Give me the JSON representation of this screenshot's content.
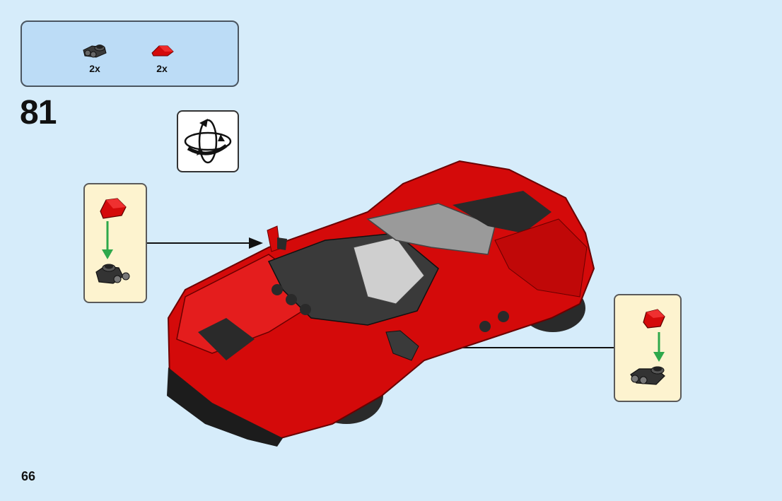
{
  "page": {
    "step_number": "81",
    "page_number": "66"
  },
  "parts_list": [
    {
      "name": "black-clip-plate",
      "quantity": "2x",
      "color": "#2a2a2a"
    },
    {
      "name": "red-curved-slope",
      "quantity": "2x",
      "color": "#d40a0a"
    }
  ],
  "rotate_icon": "rotate-model-icon",
  "colors": {
    "background": "#d6ecfa",
    "parts_box": "#bcdcf6",
    "callout": "#fdf3cf",
    "brick_red": "#d40a0a",
    "brick_dark": "#2a2a2a",
    "arrow_green": "#2ea84b"
  }
}
